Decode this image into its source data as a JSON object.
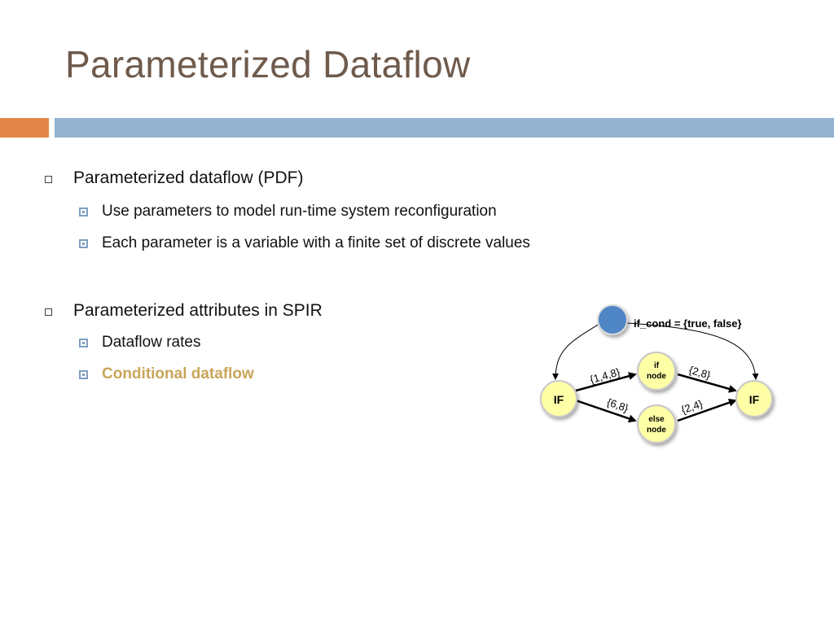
{
  "title": "Parameterized Dataflow",
  "bullets": [
    {
      "text": "Parameterized dataflow (PDF)",
      "sub": [
        {
          "text": "Use parameters to model run-time system reconfiguration"
        },
        {
          "text": "Each parameter is a variable with a finite set of discrete values"
        }
      ]
    },
    {
      "text": "Parameterized attributes in SPIR",
      "sub": [
        {
          "text": "Dataflow rates"
        },
        {
          "text": "Conditional dataflow",
          "highlight": true
        }
      ]
    }
  ],
  "diagram": {
    "param_label": "if_cond = {true, false}",
    "nodes": {
      "if_left": "IF",
      "if_right": "IF",
      "if_node_line1": "if",
      "if_node_line2": "node",
      "else_node_line1": "else",
      "else_node_line2": "node"
    },
    "rates": {
      "if_in": "{1,4,8}",
      "if_out": "{2,8}",
      "else_in": "{6,8}",
      "else_out": "{2,4}"
    },
    "colors": {
      "node_fill": "#ffffa6",
      "node_stroke": "#c8c8c8",
      "param_fill": "#4f86c6"
    }
  }
}
